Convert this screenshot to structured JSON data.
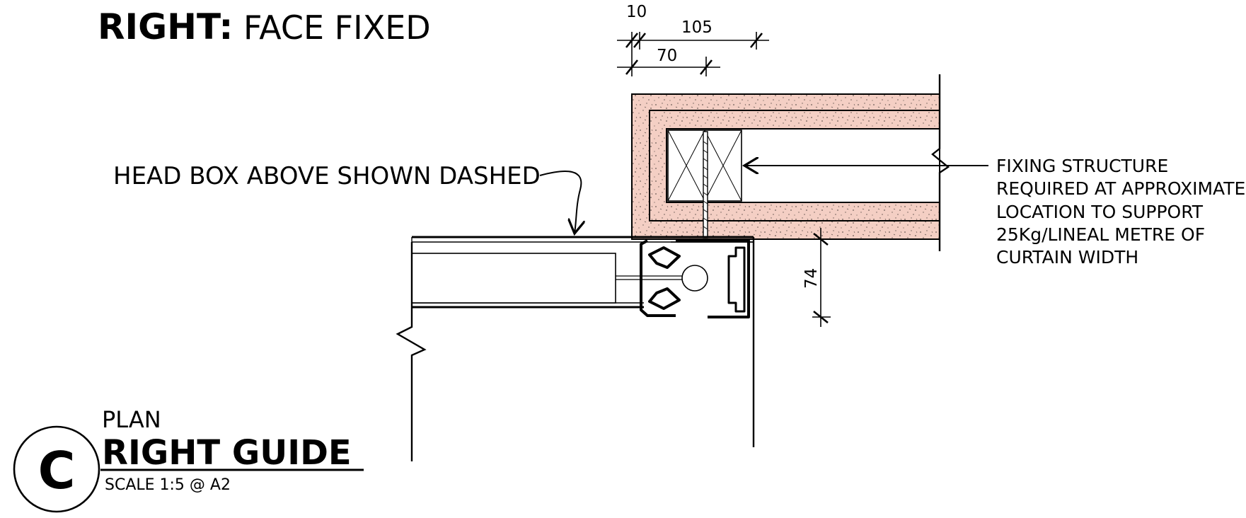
{
  "heading": {
    "bold_part": "RIGHT:",
    "regular_part": " FACE FIXED"
  },
  "dimensions": {
    "d10": "10",
    "d105": "105",
    "d70": "70",
    "d74": "74"
  },
  "notes": {
    "head_box": "HEAD BOX ABOVE SHOWN DASHED",
    "fixing": [
      "FIXING STRUCTURE",
      "REQUIRED AT APPROXIMATE",
      "LOCATION TO SUPPORT",
      "25Kg/LINEAL METRE OF",
      "CURTAIN WIDTH"
    ]
  },
  "title_block": {
    "letter": "C",
    "view": "PLAN",
    "title": "RIGHT GUIDE",
    "scale": "SCALE 1:5 @ A2"
  },
  "colors": {
    "wall_fill": "#f4cfc4",
    "ink": "#000000",
    "speckle": "#6a5a55"
  }
}
